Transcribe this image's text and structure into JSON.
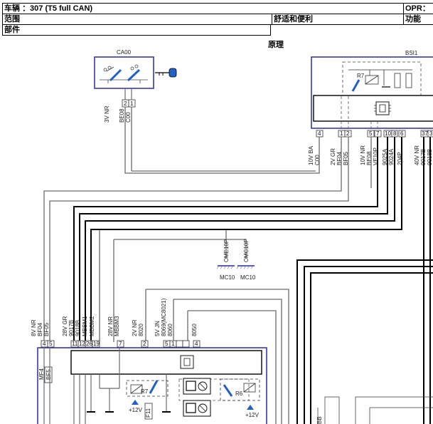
{
  "header": {
    "vehicle_label": "车辆",
    "vehicle_value": "：307 (T5 full CAN)",
    "opr_label": "OPR：",
    "scope_label": "范围",
    "scope_value": "舒适和便利",
    "function_label": "功能",
    "component_label": "部件"
  },
  "section_title": "原理",
  "components": {
    "ca00": "CA00",
    "bsi1": "BSI1",
    "r7_bsi": "R7",
    "r7_lower": "R7",
    "r6": "R6",
    "plus12_a": "+12V",
    "plus12_b": "+12V"
  },
  "grounds": {
    "me10p": "ME10P",
    "mc10p": "MC10P",
    "mc10_a": "MC10",
    "mc10_b": "MC10"
  },
  "wire_labels": {
    "ca00_wires": [
      "3V NR",
      "BE08",
      "C00"
    ],
    "bsi_left": [
      "10V BA",
      "C00",
      "2V GR",
      "BF04",
      "BF05"
    ],
    "bsi_right": [
      "10V NR",
      "BE08",
      "VE10P",
      "9025A",
      "9024A",
      "204P",
      "40V NR",
      "9017B",
      "9018B"
    ],
    "lower_left": [
      "8V NR",
      "BF04",
      "BF05"
    ],
    "lower_group1": [
      "28V GR",
      "9017B",
      "9018B",
      "MBBM1",
      "MBBM2"
    ],
    "lower_group2": [
      "28V NR",
      "MBBM3"
    ],
    "lower_group3": [
      "2V NR",
      "8020"
    ],
    "lower_group4": [
      "5V JN",
      "8069(MC8021)",
      "8060"
    ],
    "lower_group5": [
      "8050"
    ],
    "fuse_left": [
      "MF4",
      "BF5"
    ],
    "fuse_bottom": [
      "F11"
    ],
    "bottom_cut": [
      "BB"
    ]
  },
  "pins": {
    "ca00": [
      "2",
      "1"
    ],
    "bsi_a": [
      "4"
    ],
    "bsi_b": [
      "1",
      "2"
    ],
    "bsi_c": [
      "5",
      "7",
      "10",
      "8",
      "6"
    ],
    "bsi_d": [
      "37",
      "3"
    ],
    "lower_a": [
      "4",
      "5"
    ],
    "lower_b": [
      "11",
      "12",
      "26",
      "19"
    ],
    "lower_c": [
      "7"
    ],
    "lower_d": [
      "2"
    ],
    "lower_e": [
      "5",
      "1"
    ],
    "lower_f": [
      "4"
    ]
  },
  "colors": {
    "module_border": "#2a2aa8",
    "wire": "#6a6a6a",
    "thick_wire": "#000000",
    "accent": "#2060c8"
  }
}
